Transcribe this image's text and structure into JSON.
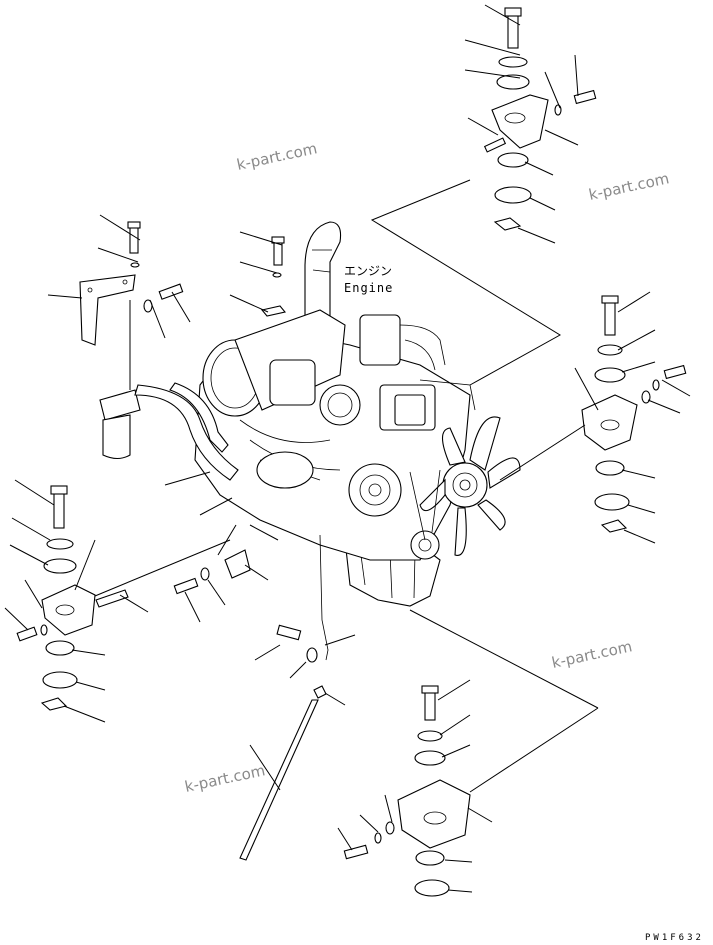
{
  "engine_label_jp": "エンジン",
  "engine_label_en": "Engine",
  "watermark": "k-part.com",
  "drawing_code": "PW1F632",
  "colors": {
    "line": "#000000",
    "watermark": "#8a8a8a",
    "background": "#ffffff"
  }
}
